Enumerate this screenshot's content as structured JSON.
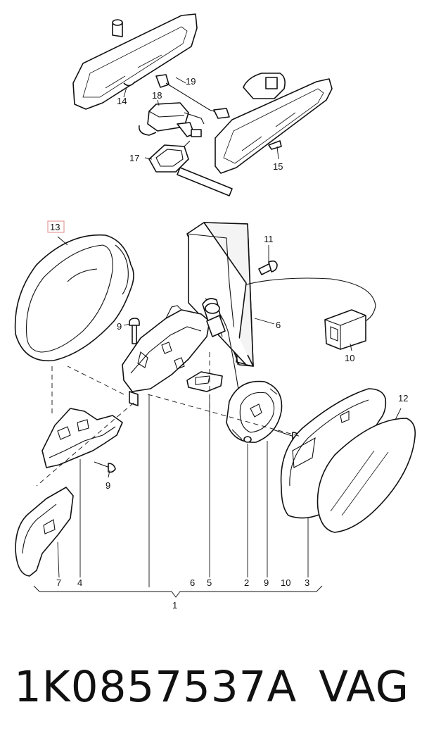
{
  "callouts": {
    "n14": "14",
    "n18": "18",
    "n19": "19",
    "n17": "17",
    "n15": "15",
    "n13": "13",
    "n11": "11",
    "n9_bolt_top": "9",
    "n6_right": "6",
    "n10_right": "10",
    "n12": "12",
    "n9_left": "9"
  },
  "bottom_row": [
    "7",
    "4",
    "6",
    "5",
    "2",
    "9",
    "10",
    "3"
  ],
  "assembly_number": "1",
  "footer": {
    "part_number": "1K0857537A",
    "brand": "VAG"
  },
  "colors": {
    "line": "#111111",
    "highlight_box": "#e08a8a"
  }
}
